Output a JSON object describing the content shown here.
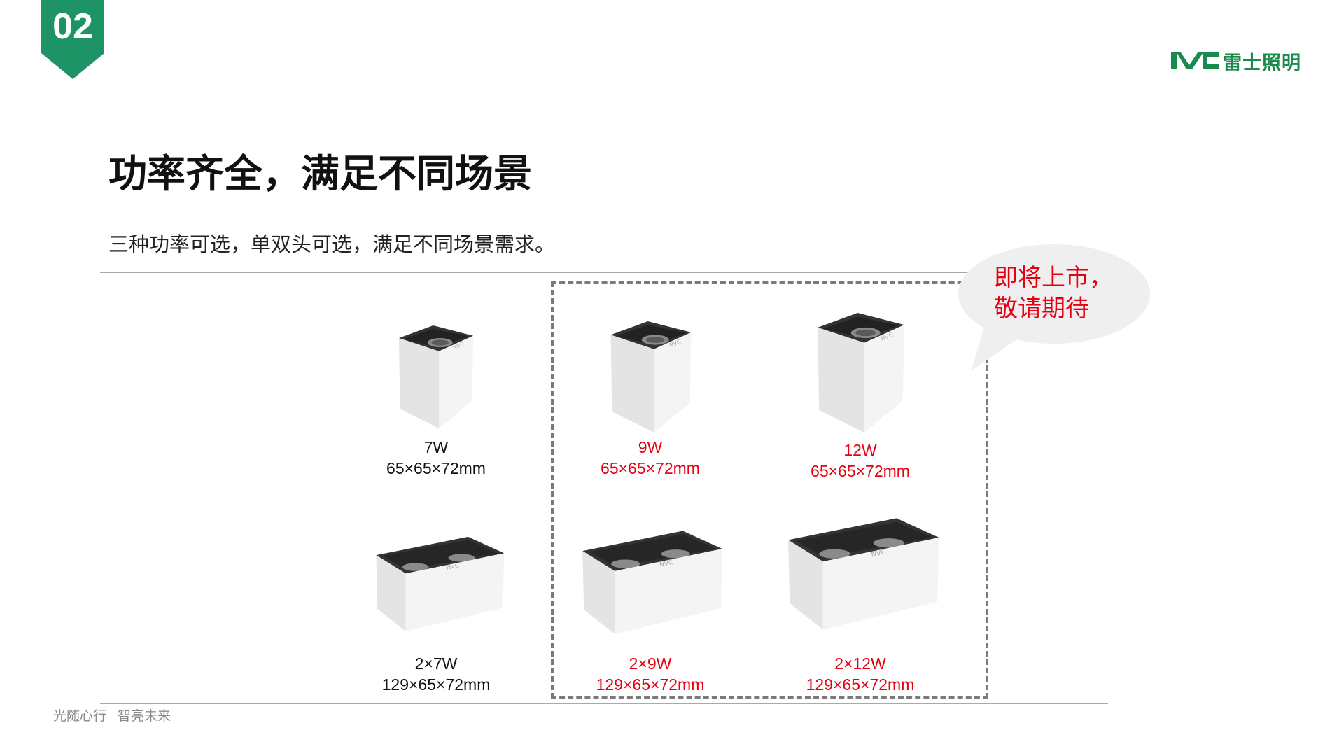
{
  "badge": {
    "number": "02",
    "color": "#1e9466"
  },
  "logo": {
    "mark": "NVC",
    "name": "雷士照明",
    "color": "#1a8a4e"
  },
  "title": "功率齐全，满足不同场景",
  "subtitle": "三种功率可选，单双头可选，满足不同场景需求。",
  "callout": {
    "line1": "即将上市，",
    "line2": "敬请期待",
    "color": "#e60012"
  },
  "products": [
    {
      "power": "7W",
      "size": "65×65×72mm",
      "coming_soon": false
    },
    {
      "power": "9W",
      "size": "65×65×72mm",
      "coming_soon": true
    },
    {
      "power": "12W",
      "size": "65×65×72mm",
      "coming_soon": true
    },
    {
      "power": "2×7W",
      "size": "129×65×72mm",
      "coming_soon": false
    },
    {
      "power": "2×9W",
      "size": "129×65×72mm",
      "coming_soon": true
    },
    {
      "power": "2×12W",
      "size": "129×65×72mm",
      "coming_soon": true
    }
  ],
  "footer": "光随心行 智亮未来"
}
